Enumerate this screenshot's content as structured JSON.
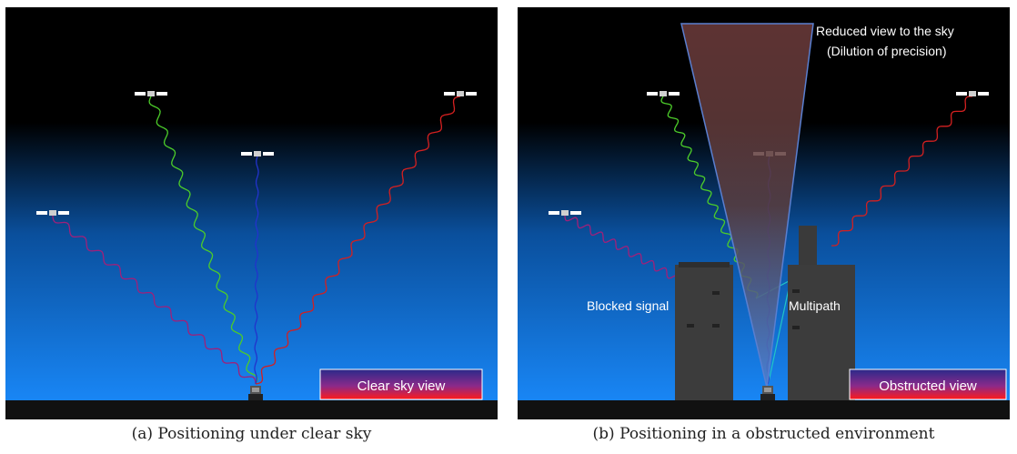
{
  "panels": [
    {
      "caption": "(a) Positioning under clear sky",
      "badge": "Clear sky view",
      "labels": []
    },
    {
      "caption": "(b) Positioning in a obstructed environment",
      "badge": "Obstructed view",
      "labels": [
        "Reduced view to the sky",
        "(Dilution of precision)",
        "Blocked signal",
        "Multipath"
      ]
    }
  ],
  "colors": {
    "sky_top": "#000000",
    "sky_bottom": "#1a8cff",
    "ground": "#111111",
    "signal_purple": "#a0207a",
    "signal_green": "#4ccc2a",
    "signal_blue": "#2233cc",
    "signal_red": "#d42020",
    "building": "#3c3c3c",
    "sky_cone": "#7a4a4a"
  }
}
